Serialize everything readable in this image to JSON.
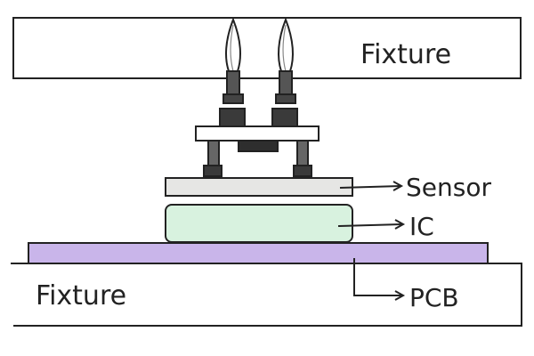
{
  "labels": {
    "fixture_top": "Fixture",
    "fixture_bottom": "Fixture",
    "sensor": "Sensor",
    "ic": "IC",
    "pcb": "PCB"
  },
  "colors": {
    "outline": "#222222",
    "sensor_fill": "#e6e6e4",
    "ic_fill": "#d8f2df",
    "pcb_fill": "#c9b5ea",
    "bracket_fill": "#ffffff",
    "part_dark": "#3a3a3a",
    "part_mid": "#6a6a6a"
  }
}
